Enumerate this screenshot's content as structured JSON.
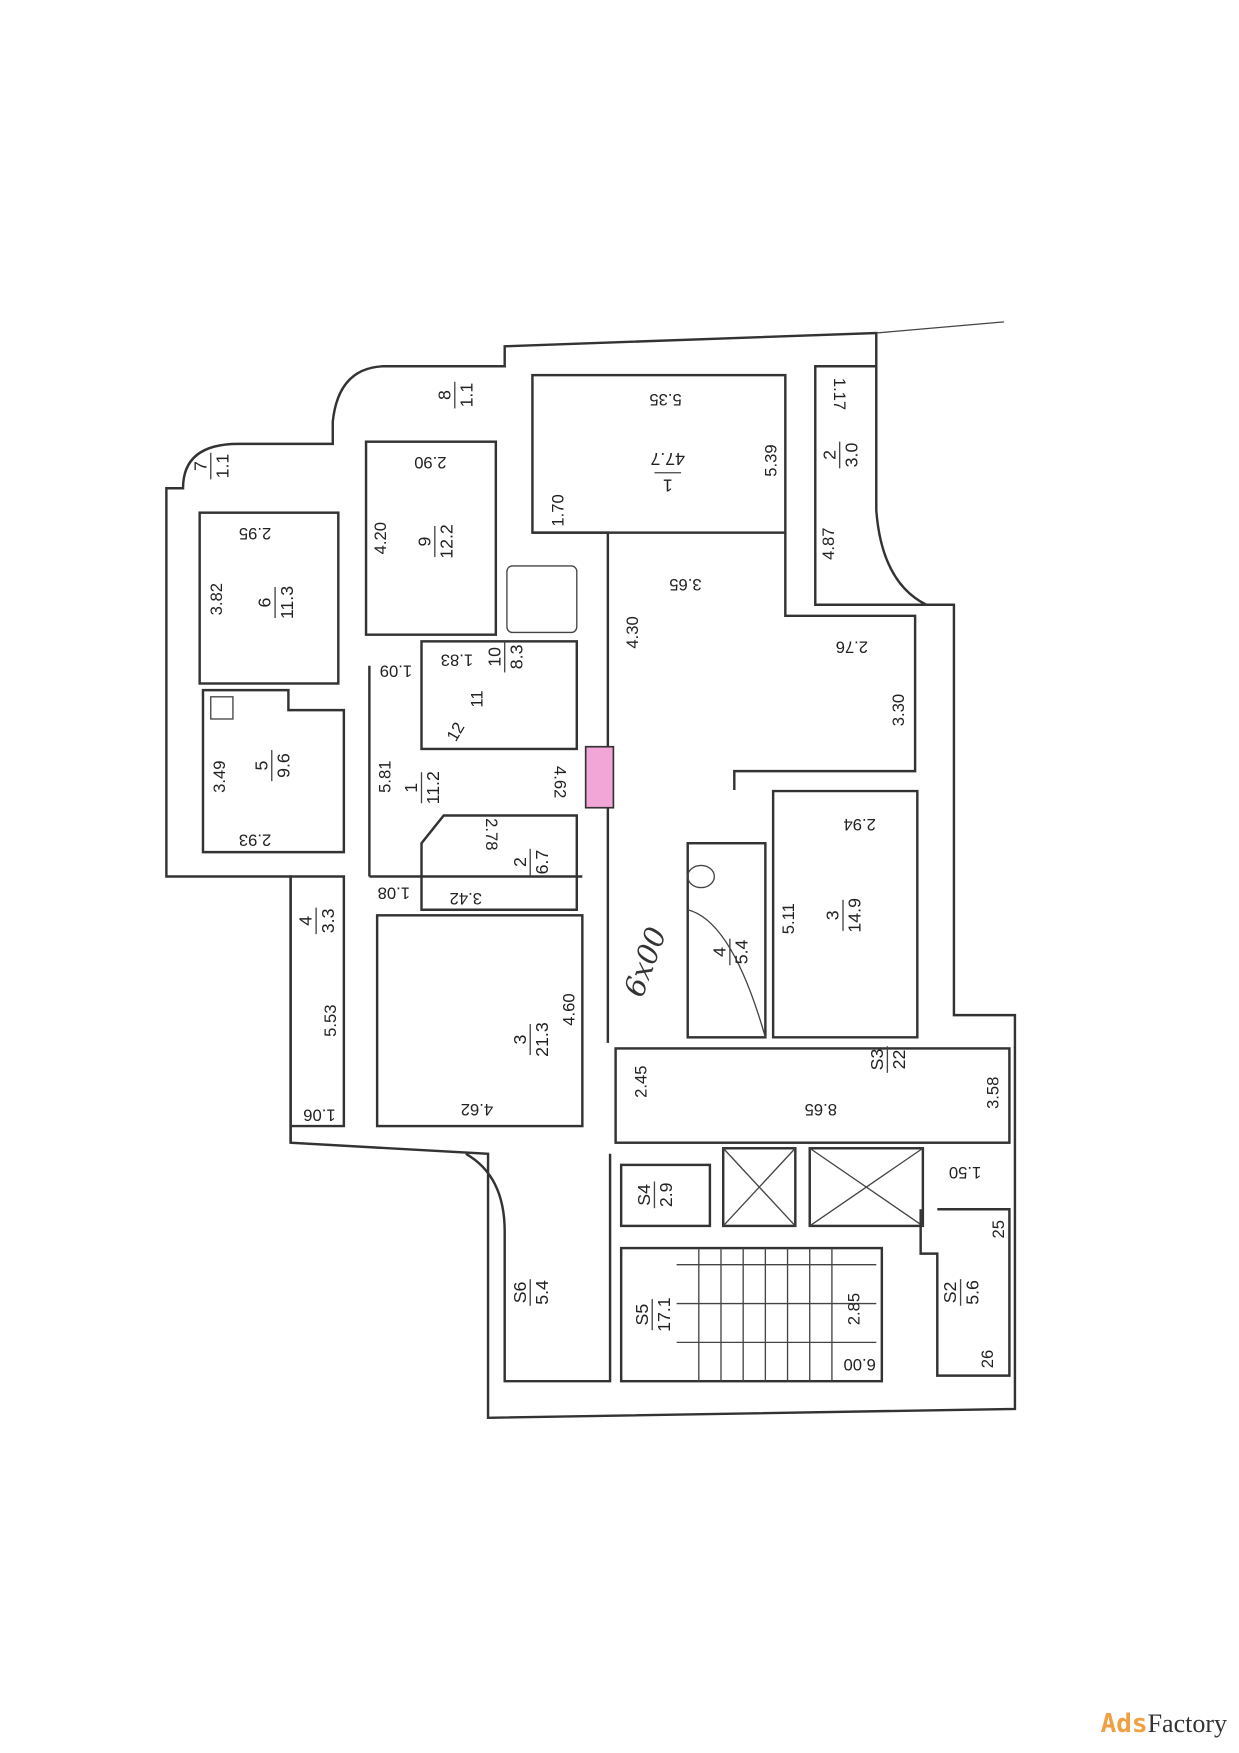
{
  "rooms": [
    {
      "num": "1",
      "area": "47.7"
    },
    {
      "num": "2",
      "area": "3.0"
    },
    {
      "num": "9",
      "area": "12.2"
    },
    {
      "num": "6",
      "area": "11.3"
    },
    {
      "num": "7",
      "area": "1.1"
    },
    {
      "num": "8",
      "area": "1.1"
    },
    {
      "num": "10",
      "area": "8.3"
    },
    {
      "num": "5",
      "area": "9.6"
    },
    {
      "num": "1",
      "area": "11.2"
    },
    {
      "num": "2",
      "area": "6.7"
    },
    {
      "num": "3",
      "area": "21.3"
    },
    {
      "num": "4",
      "area": "3.3"
    },
    {
      "num": "3",
      "area": "14.9"
    },
    {
      "num": "4",
      "area": "5.4"
    },
    {
      "num": "S3",
      "area": "22"
    },
    {
      "num": "S4",
      "area": "2.9"
    },
    {
      "num": "S5",
      "area": "17.1"
    },
    {
      "num": "S6",
      "area": "5.4"
    },
    {
      "num": "S2",
      "area": "5.6"
    }
  ],
  "dims": [
    "5.35",
    "1.70",
    "3.65",
    "5.39",
    "4.87",
    "1.17",
    "2.76",
    "3.30",
    "4.30",
    "2.90",
    "4.20",
    "2.95",
    "3.82",
    "1.83",
    "1.09",
    "3.49",
    "2.93",
    "5.81",
    "4.62",
    "2.78",
    "3.42",
    "1.08",
    "4.60",
    "4.62",
    "5.53",
    "1.06",
    "2.94",
    "5.11",
    "2.45",
    "8.65",
    "3.58",
    "1.50",
    "2.85",
    "6.00",
    "25",
    "26"
  ],
  "small_marks": [
    "11",
    "12"
  ],
  "handwritten": "6x00",
  "watermark": {
    "part1": "Ads",
    "part2": "Factory"
  },
  "colors": {
    "highlight": "#f2a6d8",
    "wall": "#333333"
  }
}
